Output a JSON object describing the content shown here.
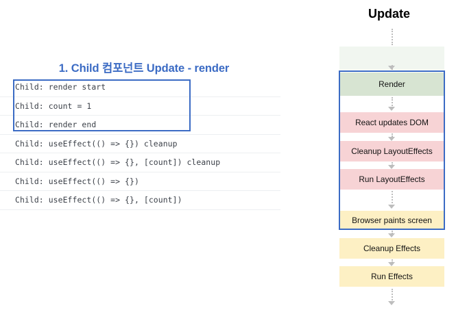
{
  "left": {
    "section_title": "1. Child 컴포넌트 Update - render",
    "highlight_color": "#3b6bc4",
    "title_color": "#3b6bc4",
    "console_lines": [
      {
        "text": "Child: render start",
        "highlighted": true
      },
      {
        "text": "Child: count = 1",
        "highlighted": true
      },
      {
        "text": "Child: render end",
        "highlighted": true
      },
      {
        "text": "Child: useEffect(() => {}) cleanup",
        "highlighted": false
      },
      {
        "text": "Child: useEffect(() => {}, [count]) cleanup",
        "highlighted": false
      },
      {
        "text": "Child: useEffect(() => {})",
        "highlighted": false
      },
      {
        "text": "Child: useEffect(() => {}, [count])",
        "highlighted": false
      }
    ]
  },
  "flowchart": {
    "title": "Update",
    "focus_border_color": "#3b6bc4",
    "steps": [
      {
        "label": "",
        "color": "#f1f6f0",
        "faint": true
      },
      {
        "label": "Render",
        "color": "#d7e4d2",
        "faint": false
      },
      {
        "label": "React updates DOM",
        "color": "#f7d3d5",
        "faint": false
      },
      {
        "label": "Cleanup LayoutEffects",
        "color": "#f7d3d5",
        "faint": false
      },
      {
        "label": "Run LayoutEffects",
        "color": "#f7d3d5",
        "faint": false
      },
      {
        "label": "Browser paints screen",
        "color": "#fdf0c4",
        "faint": false
      },
      {
        "label": "Cleanup Effects",
        "color": "#fdf0c4",
        "faint": false
      },
      {
        "label": "Run Effects",
        "color": "#fdf0c4",
        "faint": false
      }
    ]
  }
}
